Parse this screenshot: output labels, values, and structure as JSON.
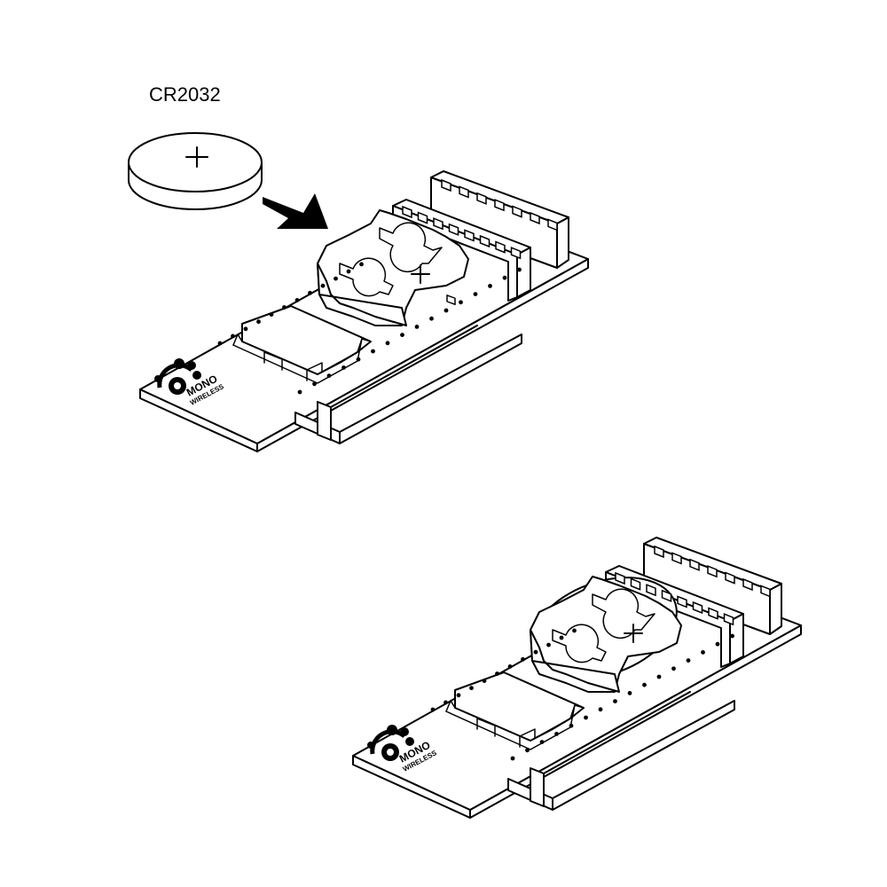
{
  "battery": {
    "label": "CR2032",
    "polarity": "+"
  },
  "board": {
    "brand_line1": "MONO",
    "brand_line2": "WIRELESS",
    "holder_polarity": "+",
    "pin_count_front": 8,
    "pin_count_back": 7
  },
  "colors": {
    "line": "#000000",
    "background": "#ffffff"
  }
}
